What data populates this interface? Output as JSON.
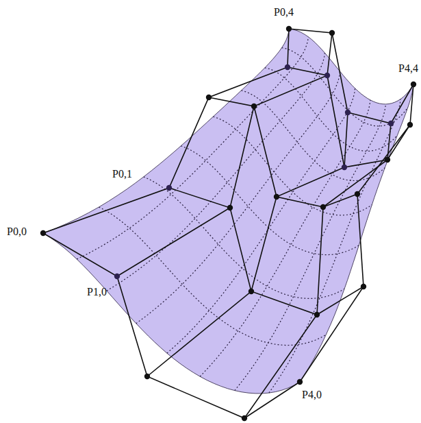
{
  "diagram": {
    "labels": [
      "P0,4",
      "P4,4",
      "P0,1",
      "P0,0",
      "P1,0",
      "P4,0"
    ]
  }
}
